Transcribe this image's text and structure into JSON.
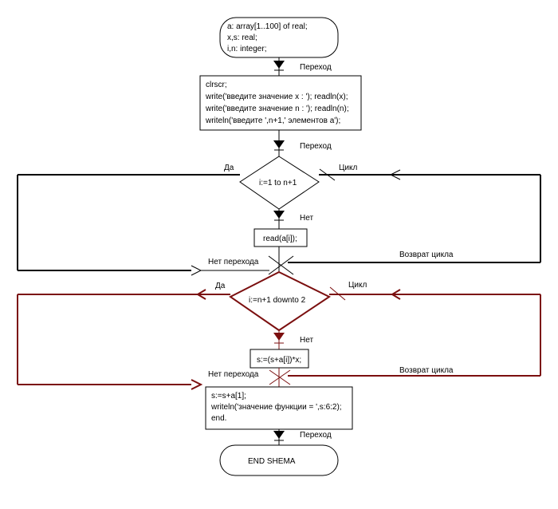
{
  "colors": {
    "black": "#000000",
    "red": "#7b0f0f",
    "background": "#ffffff"
  },
  "flowchart": {
    "start": {
      "lines": [
        "a: array[1..100] of real;",
        "x,s: real;",
        "i,n: integer;"
      ]
    },
    "transition_1": "Переход",
    "input_block": {
      "lines": [
        "clrscr;",
        "write('введите значение x : '); readln(x);",
        "write('введите значение n : '); readln(n);",
        "writeln('введите ',n+1,' элементов a');"
      ]
    },
    "transition_2": "Переход",
    "loop1": {
      "condition": "i:=1 to n+1",
      "yes_label": "Да",
      "cycle_label": "Цикл",
      "no_label": "Нет",
      "body": "read(a[i]);",
      "no_transition_label": "Нет перехода",
      "return_label": "Возврат цикла"
    },
    "loop2": {
      "condition": "i:=n+1 downto 2",
      "yes_label": "Да",
      "cycle_label": "Цикл",
      "no_label": "Нет",
      "body": "s:=(s+a[i])*x;",
      "no_transition_label": "Нет перехода",
      "return_label": "Возврат цикла"
    },
    "output_block": {
      "lines": [
        "s:=s+a[1];",
        "writeln('значение функции = ',s:6:2);",
        "end."
      ]
    },
    "transition_3": "Переход",
    "end": "END SHEMA"
  }
}
